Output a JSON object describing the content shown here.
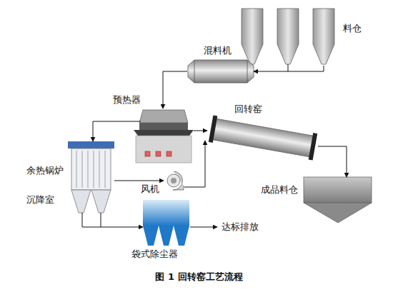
{
  "diagram": {
    "caption": "图 1 回转窑工艺流程",
    "nodes": [
      {
        "text": [
          "料仓"
        ]
      },
      {
        "text": [
          "混料机"
        ]
      },
      {
        "text": [
          "预热器"
        ]
      },
      {
        "text": [
          "回转窑"
        ]
      },
      {
        "text": [
          "余热锅炉"
        ]
      },
      {
        "text": [
          "沉降室"
        ]
      },
      {
        "text": [
          "风机"
        ]
      },
      {
        "text": [
          "袋式除尘器"
        ]
      },
      {
        "text": [
          "成品料仓"
        ]
      }
    ],
    "edges": [
      {
        "from": 0,
        "to": 1,
        "arrow": "to"
      },
      {
        "from": 1,
        "to": 2,
        "arrow": "to"
      },
      {
        "from": 2,
        "to": 3,
        "arrow": "to"
      },
      {
        "from": 2,
        "to": 4,
        "arrow": "to"
      },
      {
        "from": 4,
        "to": 6,
        "arrow": "to"
      },
      {
        "from": 6,
        "to": 3,
        "arrow": "to"
      },
      {
        "from": 3,
        "to": 8,
        "arrow": "to"
      },
      {
        "from": 5,
        "to": 7,
        "arrow": "to"
      }
    ],
    "labels": [
      "达标排放"
    ]
  }
}
